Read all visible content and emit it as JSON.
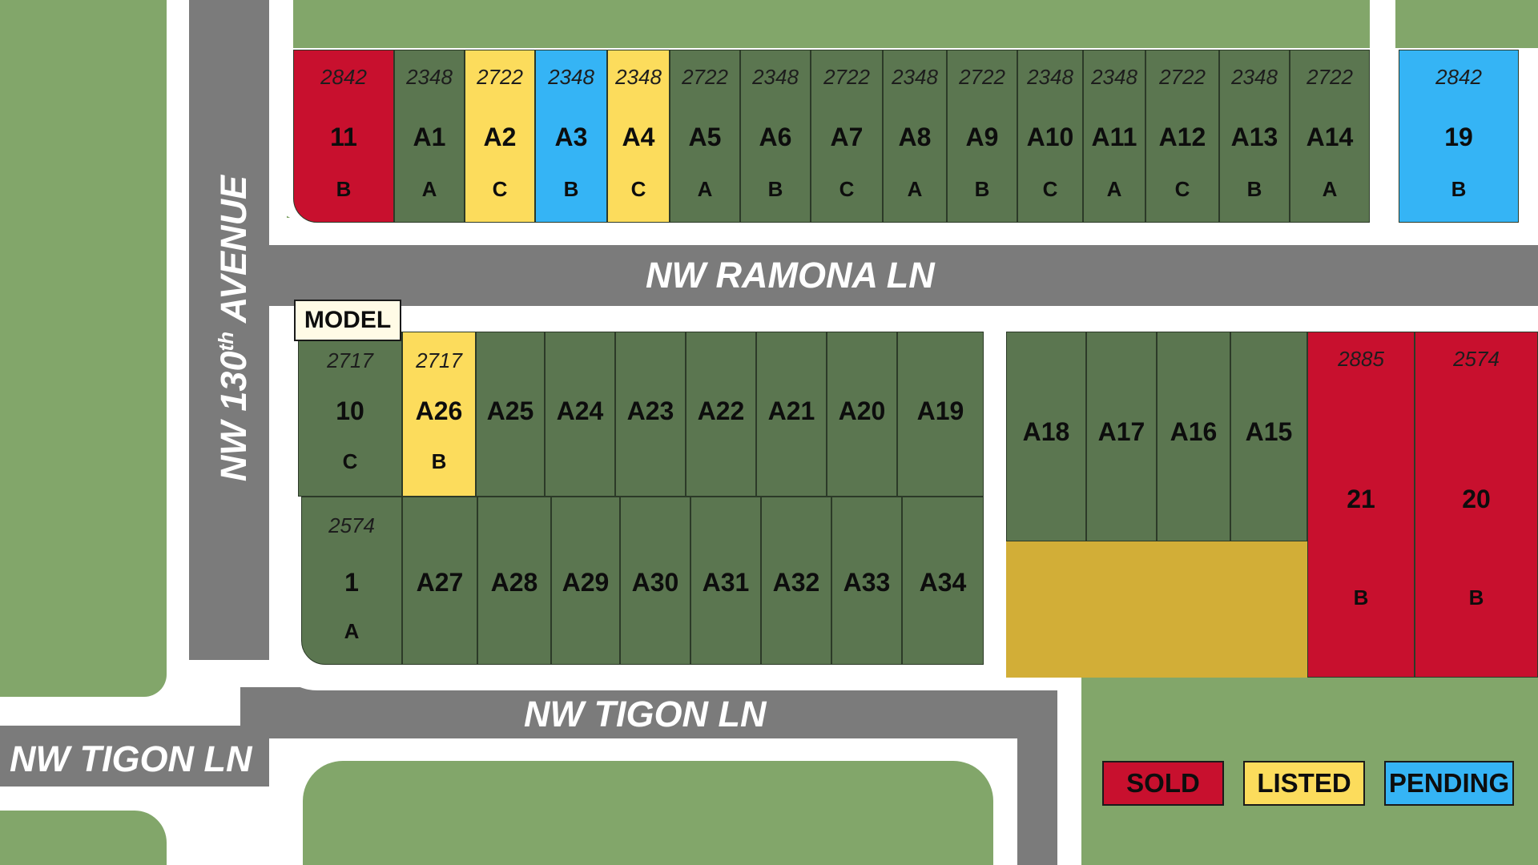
{
  "colors": {
    "sold": "#c8102e",
    "listed": "#fcdc5c",
    "pending": "#35b4f5",
    "available": "#5b7650",
    "reserved": "#d2ae37"
  },
  "streets": {
    "avenue": "NW 130",
    "avenue_sup": "th",
    "avenue_suffix": " AVENUE",
    "ramona": "NW RAMONA LN",
    "tigon_main": "NW TIGON LN",
    "tigon_left": "NW TIGON LN"
  },
  "model_label": "MODEL",
  "legend": {
    "sold": "SOLD",
    "listed": "LISTED",
    "pending": "PENDING"
  },
  "lots": [
    {
      "sqft": "2842",
      "num": "11",
      "plan": "B",
      "status": "sold"
    },
    {
      "sqft": "2348",
      "num": "A1",
      "plan": "A",
      "status": "available"
    },
    {
      "sqft": "2722",
      "num": "A2",
      "plan": "C",
      "status": "listed"
    },
    {
      "sqft": "2348",
      "num": "A3",
      "plan": "B",
      "status": "pending"
    },
    {
      "sqft": "2348",
      "num": "A4",
      "plan": "C",
      "status": "listed"
    },
    {
      "sqft": "2722",
      "num": "A5",
      "plan": "A",
      "status": "available"
    },
    {
      "sqft": "2348",
      "num": "A6",
      "plan": "B",
      "status": "available"
    },
    {
      "sqft": "2722",
      "num": "A7",
      "plan": "C",
      "status": "available"
    },
    {
      "sqft": "2348",
      "num": "A8",
      "plan": "A",
      "status": "available"
    },
    {
      "sqft": "2722",
      "num": "A9",
      "plan": "B",
      "status": "available"
    },
    {
      "sqft": "2348",
      "num": "A10",
      "plan": "C",
      "status": "available"
    },
    {
      "sqft": "2348",
      "num": "A11",
      "plan": "A",
      "status": "available"
    },
    {
      "sqft": "2722",
      "num": "A12",
      "plan": "C",
      "status": "available"
    },
    {
      "sqft": "2348",
      "num": "A13",
      "plan": "B",
      "status": "available"
    },
    {
      "sqft": "2722",
      "num": "A14",
      "plan": "A",
      "status": "available"
    },
    {
      "sqft": "2842",
      "num": "19",
      "plan": "B",
      "status": "pending"
    },
    {
      "sqft": "2717",
      "num": "10",
      "plan": "C",
      "status": "available"
    },
    {
      "sqft": "2717",
      "num": "A26",
      "plan": "B",
      "status": "listed"
    },
    {
      "sqft": "",
      "num": "A25",
      "plan": "",
      "status": "available"
    },
    {
      "sqft": "",
      "num": "A24",
      "plan": "",
      "status": "available"
    },
    {
      "sqft": "",
      "num": "A23",
      "plan": "",
      "status": "available"
    },
    {
      "sqft": "",
      "num": "A22",
      "plan": "",
      "status": "available"
    },
    {
      "sqft": "",
      "num": "A21",
      "plan": "",
      "status": "available"
    },
    {
      "sqft": "",
      "num": "A20",
      "plan": "",
      "status": "available"
    },
    {
      "sqft": "",
      "num": "A19",
      "plan": "",
      "status": "available"
    },
    {
      "sqft": "2574",
      "num": "1",
      "plan": "A",
      "status": "available"
    },
    {
      "sqft": "",
      "num": "A27",
      "plan": "",
      "status": "available"
    },
    {
      "sqft": "",
      "num": "A28",
      "plan": "",
      "status": "available"
    },
    {
      "sqft": "",
      "num": "A29",
      "plan": "",
      "status": "available"
    },
    {
      "sqft": "",
      "num": "A30",
      "plan": "",
      "status": "available"
    },
    {
      "sqft": "",
      "num": "A31",
      "plan": "",
      "status": "available"
    },
    {
      "sqft": "",
      "num": "A32",
      "plan": "",
      "status": "available"
    },
    {
      "sqft": "",
      "num": "A33",
      "plan": "",
      "status": "available"
    },
    {
      "sqft": "",
      "num": "A34",
      "plan": "",
      "status": "available"
    },
    {
      "sqft": "",
      "num": "A18",
      "plan": "",
      "status": "available"
    },
    {
      "sqft": "",
      "num": "A17",
      "plan": "",
      "status": "available"
    },
    {
      "sqft": "",
      "num": "A16",
      "plan": "",
      "status": "available"
    },
    {
      "sqft": "",
      "num": "A15",
      "plan": "",
      "status": "available"
    },
    {
      "sqft": "2885",
      "num": "21",
      "plan": "B",
      "status": "sold"
    },
    {
      "sqft": "2574",
      "num": "20",
      "plan": "B",
      "status": "sold"
    }
  ]
}
